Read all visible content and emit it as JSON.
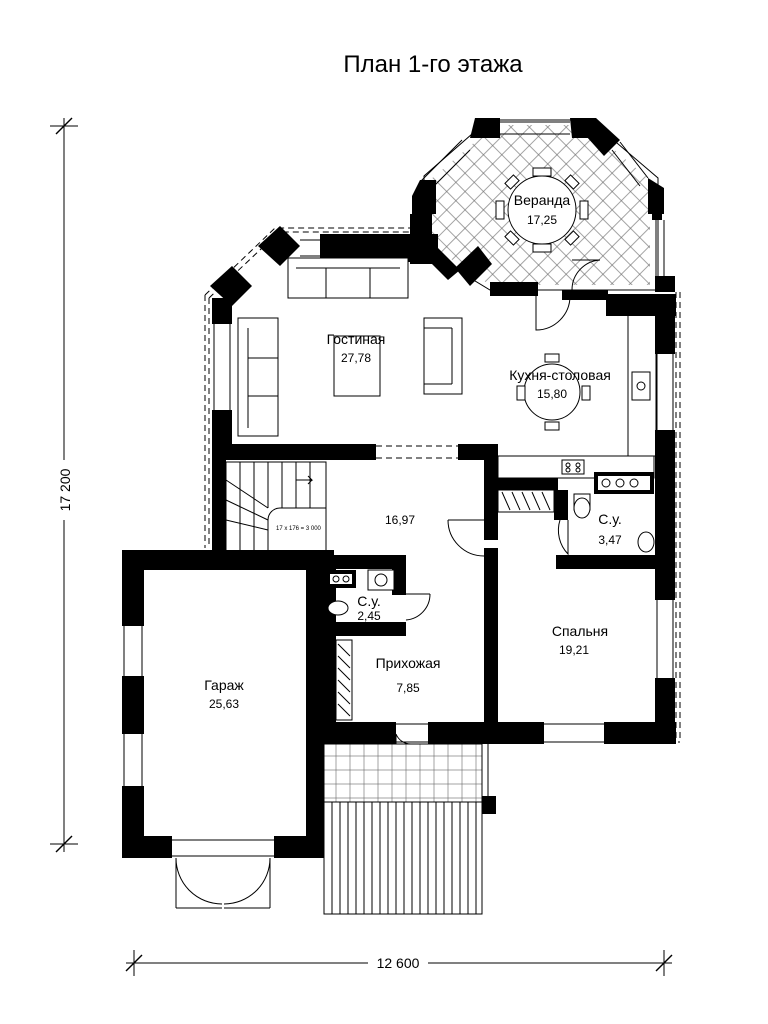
{
  "title": "План 1-го этажа",
  "dimensions": {
    "width": "12 600",
    "height": "17 200"
  },
  "stair_note": "17 x 176 = 3 000",
  "rooms": [
    {
      "id": "veranda",
      "name": "Веранда",
      "area": "17,25"
    },
    {
      "id": "living",
      "name": "Гостиная",
      "area": "27,78"
    },
    {
      "id": "kitchen",
      "name": "Кухня-столовая",
      "area": "15,80"
    },
    {
      "id": "hall",
      "name": "",
      "area": "16,97"
    },
    {
      "id": "bath1",
      "name": "С.у.",
      "area": "3,47"
    },
    {
      "id": "bath2",
      "name": "С.у.",
      "area": "2,45"
    },
    {
      "id": "bedroom",
      "name": "Спальня",
      "area": "19,21"
    },
    {
      "id": "entry",
      "name": "Прихожая",
      "area": "7,85"
    },
    {
      "id": "garage",
      "name": "Гараж",
      "area": "25,63"
    }
  ]
}
